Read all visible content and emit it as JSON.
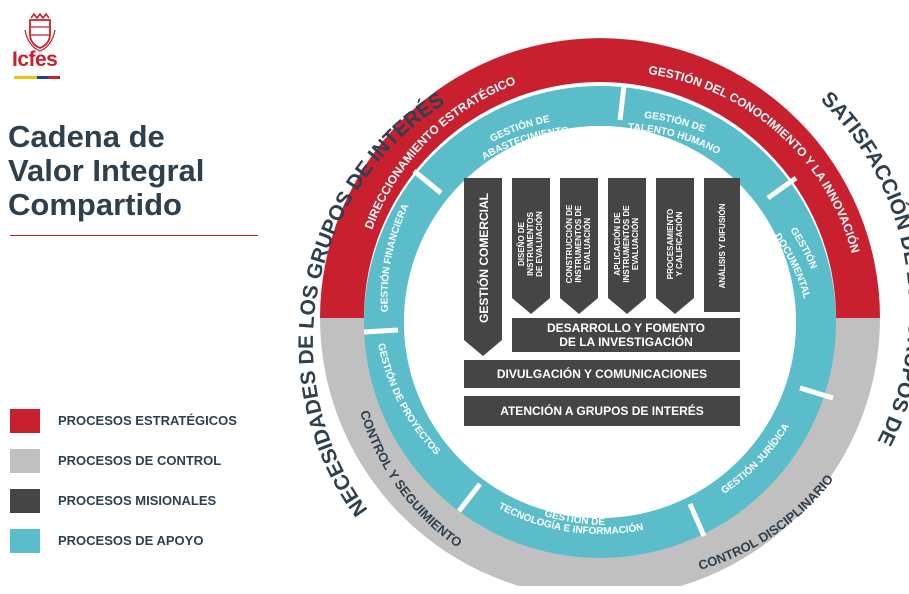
{
  "colors": {
    "estrategicos": "#c8202f",
    "control": "#c0c0c0",
    "misionales": "#454545",
    "apoyo": "#5bbdc9",
    "title": "#2e3f4e"
  },
  "logo": {
    "text": "Icfes",
    "icon": "colombia-coat-of-arms-icon"
  },
  "title": {
    "line1": "Cadena de",
    "line2": "Valor Integral",
    "line3": "Compartido"
  },
  "outer": {
    "left_label": "NECESIDADES DE  LOS GRUPOS DE INTERÉS",
    "right_label": "SATISFACCIÓN  DE  LOS GRUPOS DE INTERÉS"
  },
  "ring_estrategico": {
    "left": "DIRECCIONAMIENTO ESTRATÉGICO",
    "right": "GESTIÓN DEL CONOCIMIENTO Y LA INNOVACIÓN"
  },
  "ring_control": {
    "left": "CONTROL Y SEGUIMIENTO",
    "right": "CONTROL DISCIPLINARIO"
  },
  "ring_apoyo": {
    "financiera": "GESTIÓN FINANCIERA",
    "abastecimiento_1": "GESTIÓN DE",
    "abastecimiento_2": "ABASTECIMIENTO",
    "talento_1": "GESTIÓN DE",
    "talento_2": "TALENTO HUMANO",
    "documental_1": "GESTIÓN",
    "documental_2": "DOCUMENTAL",
    "juridica": "GESTIÓN JURÍDICA",
    "tecnologia_1": "GESTIÓN DE",
    "tecnologia_2": "TECNOLOGÍA E INFORMACIÓN",
    "proyectos": "GESTIÓN DE PROYECTOS"
  },
  "misionales": {
    "comercial": "GESTIÓN COMERCIAL",
    "diseno": [
      "DISEÑO DE",
      "INSTRUMENTOS",
      "DE EVALUACIÓN"
    ],
    "construccion": [
      "CONSTRUCCIÓN DE",
      "INSTRUMENTOS DE",
      "EVALUACIÓN"
    ],
    "aplicacion": [
      "APLICACIÓN DE",
      "INSTRUMENTOS DE",
      "EVALUACIÓN"
    ],
    "procesamiento": [
      "PROCESAMIENTO",
      "Y CALIFICACIÓN"
    ],
    "analisis": "ANÁLISIS Y DIFUSIÓN",
    "investigacion": [
      "DESARROLLO Y FOMENTO",
      "DE LA INVESTIGACIÓN"
    ],
    "divulgacion": "DIVULGACIÓN Y COMUNICACIONES",
    "atencion": "ATENCIÓN A GRUPOS DE INTERÉS"
  },
  "legend": [
    {
      "label": "PROCESOS ESTRATÉGICOS",
      "color": "#c8202f"
    },
    {
      "label": "PROCESOS DE CONTROL",
      "color": "#c0c0c0"
    },
    {
      "label": "PROCESOS MISIONALES",
      "color": "#454545"
    },
    {
      "label": "PROCESOS DE APOYO",
      "color": "#5bbdc9"
    }
  ]
}
